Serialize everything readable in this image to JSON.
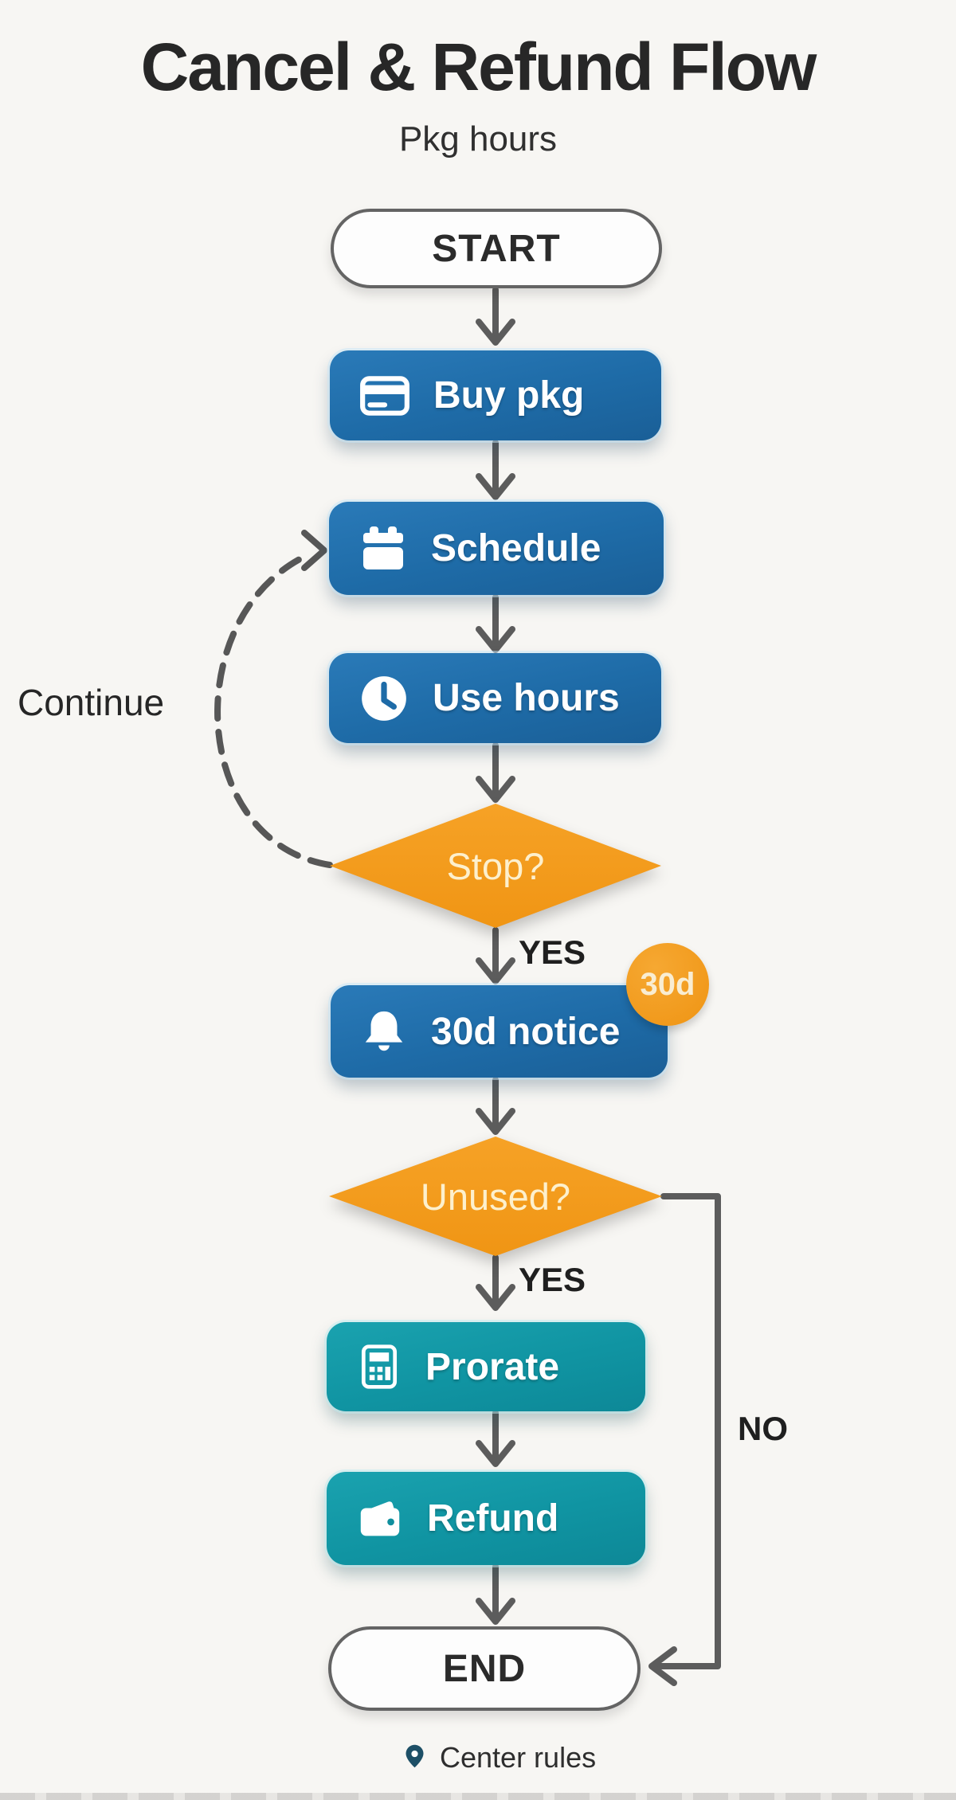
{
  "header": {
    "title": "Cancel & Refund Flow",
    "subtitle": "Pkg hours"
  },
  "flow": {
    "nodes": [
      {
        "id": "start",
        "type": "terminal",
        "label": "START"
      },
      {
        "id": "buy",
        "type": "process",
        "label": "Buy pkg",
        "icon": "credit-card-icon",
        "color": "blue"
      },
      {
        "id": "schedule",
        "type": "process",
        "label": "Schedule",
        "icon": "calendar-icon",
        "color": "blue"
      },
      {
        "id": "use",
        "type": "process",
        "label": "Use hours",
        "icon": "clock-icon",
        "color": "blue"
      },
      {
        "id": "stop",
        "type": "decision",
        "label": "Stop?"
      },
      {
        "id": "notice",
        "type": "process",
        "label": "30d notice",
        "icon": "bell-icon",
        "color": "blue",
        "badge": "30d"
      },
      {
        "id": "unused",
        "type": "decision",
        "label": "Unused?"
      },
      {
        "id": "prorate",
        "type": "process",
        "label": "Prorate",
        "icon": "calculator-icon",
        "color": "teal"
      },
      {
        "id": "refund",
        "type": "process",
        "label": "Refund",
        "icon": "wallet-icon",
        "color": "teal"
      },
      {
        "id": "end",
        "type": "terminal",
        "label": "END"
      }
    ],
    "edges": {
      "stop_yes": "YES",
      "unused_yes": "YES",
      "unused_no": "NO",
      "continue_loop": "Continue"
    }
  },
  "footer": {
    "icon": "location-pin-icon",
    "label": "Center rules"
  },
  "colors": {
    "background": "#f7f6f3",
    "process_blue": "#1e6ba7",
    "process_teal": "#1094a2",
    "decision_orange": "#f29a1c",
    "badge_orange": "#f09a1f",
    "connector_gray": "#5c5c5c",
    "terminal_border": "#646464",
    "diamond_text": "#fdf0cd",
    "pin_blue": "#1d4f66"
  }
}
